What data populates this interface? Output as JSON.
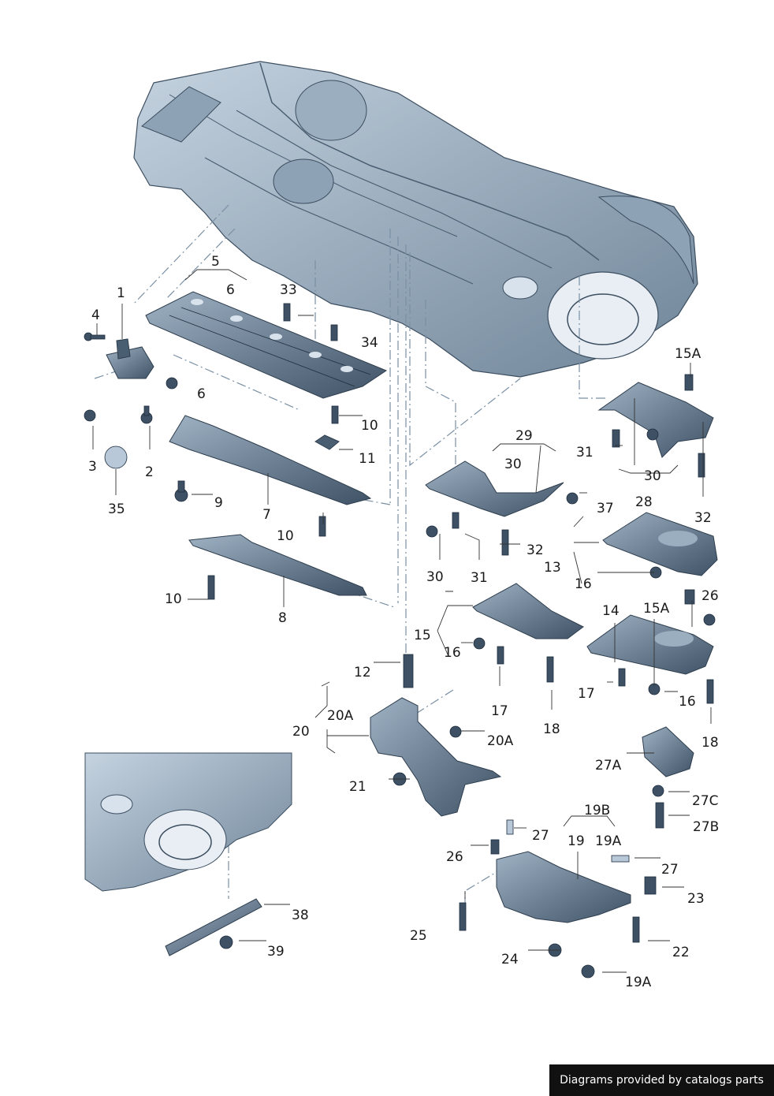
{
  "labels": {
    "l1": "1",
    "l2": "2",
    "l3": "3",
    "l4": "4",
    "l5": "5",
    "l6a": "6",
    "l6b": "6",
    "l7": "7",
    "l8": "8",
    "l9": "9",
    "l10a": "10",
    "l10b": "10",
    "l10c": "10",
    "l11": "11",
    "l12": "12",
    "l13": "13",
    "l14": "14",
    "l15": "15",
    "l15Aa": "15A",
    "l15Ab": "15A",
    "l16a": "16",
    "l16b": "16",
    "l16c": "16",
    "l17a": "17",
    "l17b": "17",
    "l18a": "18",
    "l18b": "18",
    "l19": "19",
    "l19A": "19A",
    "l19Ab": "19A",
    "l19B": "19B",
    "l20": "20",
    "l20Aa": "20A",
    "l20Ab": "20A",
    "l21": "21",
    "l22": "22",
    "l23": "23",
    "l24": "24",
    "l25": "25",
    "l26a": "26",
    "l26b": "26",
    "l27a": "27",
    "l27b": "27",
    "l27A": "27A",
    "l27B": "27B",
    "l27C": "27C",
    "l28": "28",
    "l29": "29",
    "l30a": "30",
    "l30b": "30",
    "l30c": "30",
    "l31a": "31",
    "l31b": "31",
    "l32a": "32",
    "l32b": "32",
    "l33": "33",
    "l34": "34",
    "l35": "35",
    "l37": "37",
    "l38": "38",
    "l39": "39"
  },
  "footer": {
    "text": "Diagrams provided by catalogs parts"
  },
  "colors": {
    "part_fill": "#5d7185",
    "part_light": "#b8c8d8",
    "line": "#6a8090",
    "text": "#1a1a1a",
    "footer_bg": "#111111"
  }
}
